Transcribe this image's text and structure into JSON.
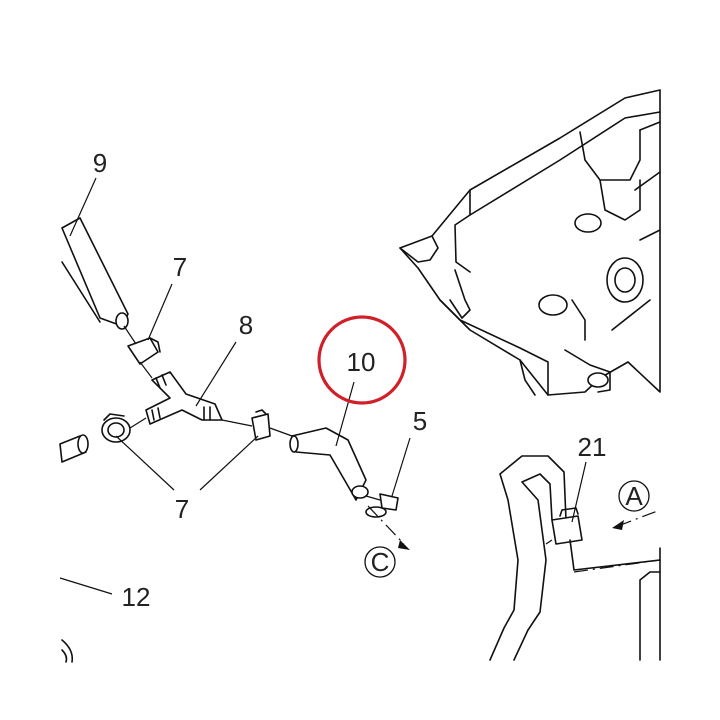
{
  "callouts": {
    "part_9": "9",
    "part_7_top": "7",
    "part_8": "8",
    "part_10": "10",
    "part_5": "5",
    "part_7_bottom": "7",
    "part_21": "21",
    "part_12": "12",
    "view_a": "A",
    "view_c": "C"
  },
  "highlight": {
    "part": "10",
    "color": "#d0202a"
  },
  "colors": {
    "line": "#111111",
    "background": "#ffffff"
  }
}
